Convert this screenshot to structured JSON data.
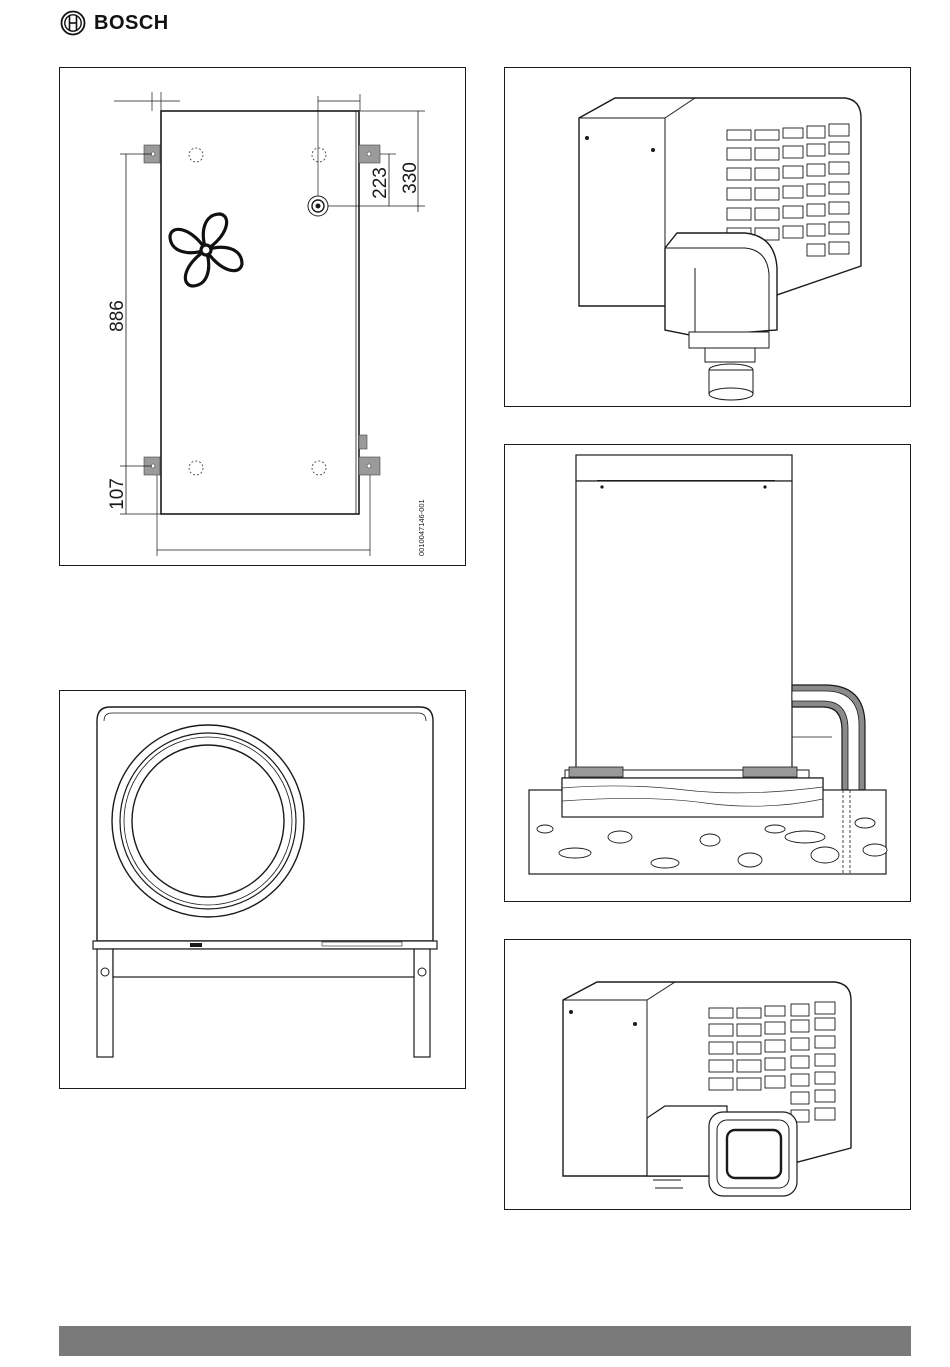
{
  "brand": {
    "name": "BOSCH",
    "icon": "bosch-armature-icon"
  },
  "figure1": {
    "dim_top_right": "330",
    "dim_inner": "223",
    "dim_height": "886",
    "dim_bottom": "107",
    "drawing_code": "0010047146-001"
  },
  "colors": {
    "footer": "#7a7a7a",
    "line": "#1a1a1a",
    "bracket": "#9a9a9a"
  }
}
